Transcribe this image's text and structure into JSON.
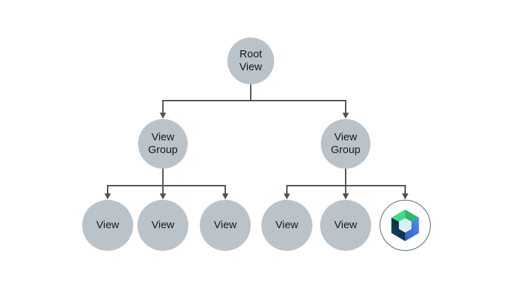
{
  "page": {
    "title": "View hierarchy diagram",
    "background": "#ffffff"
  },
  "colors": {
    "page-bg": "#ffffff",
    "node-fill": "#b9c3c9",
    "node-text": "#17181a",
    "connector": "#4d5357",
    "compose-ring": "#5c6467",
    "compose-bg": "#ffffff",
    "logo-green-light": "#3fdc85",
    "logo-green-dark": "#2cb96e",
    "logo-blue-outer": "#4e8df8",
    "logo-blue-inner": "#3569c4",
    "logo-navy-light": "#11445e",
    "logo-navy-dark": "#082c3f",
    "logo-hole": "#d9effe"
  },
  "diagram": {
    "root": {
      "label": "Root\nView"
    },
    "groups": [
      {
        "label": "View\nGroup"
      },
      {
        "label": "View\nGroup"
      }
    ],
    "left_views": [
      {
        "label": "View"
      },
      {
        "label": "View"
      },
      {
        "label": "View"
      }
    ],
    "right_views": [
      {
        "label": "View"
      },
      {
        "label": "View"
      }
    ],
    "compose_node": {
      "icon": "jetpack-compose-logo"
    }
  }
}
